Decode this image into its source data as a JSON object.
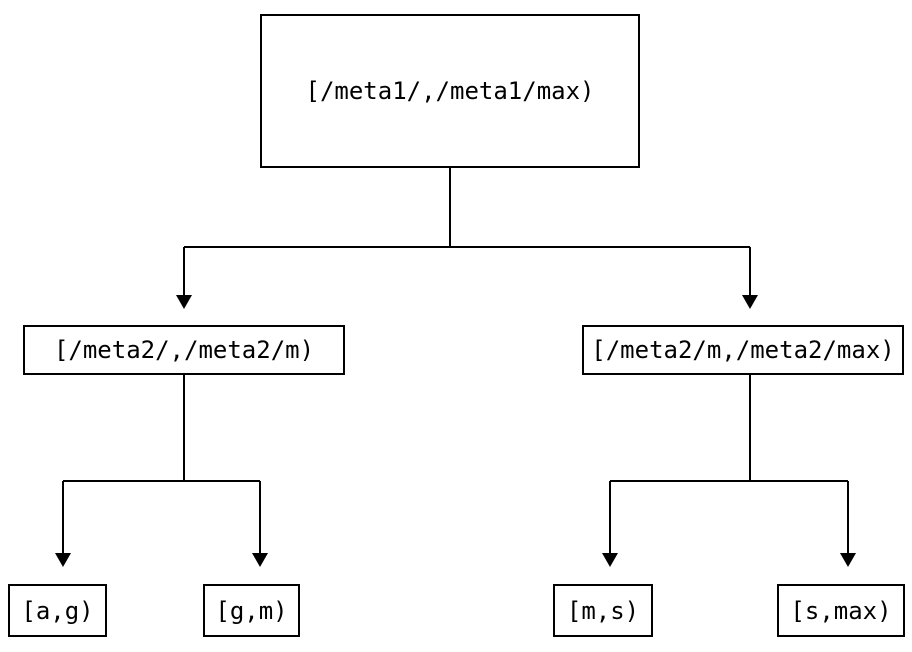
{
  "diagram": {
    "type": "interval-partition-tree",
    "background_color": "#ffffff",
    "line_color": "#000000",
    "node_border_color": "#000000",
    "node_fill_color": "#ffffff",
    "text_color": "#000000",
    "nodes": {
      "root": {
        "label": "[/meta1/,/meta1/max)",
        "level": 0
      },
      "left": {
        "label": "[/meta2/,/meta2/m)",
        "level": 1
      },
      "right": {
        "label": "[/meta2/m,/meta2/max)",
        "level": 1
      },
      "leaf_ag": {
        "label": "[a,g)",
        "level": 2
      },
      "leaf_gm": {
        "label": "[g,m)",
        "level": 2
      },
      "leaf_ms": {
        "label": "[m,s)",
        "level": 2
      },
      "leaf_smax": {
        "label": "[s,max)",
        "level": 2
      }
    },
    "edges": [
      {
        "from": "root",
        "to": "left"
      },
      {
        "from": "root",
        "to": "right"
      },
      {
        "from": "left",
        "to": "leaf_ag"
      },
      {
        "from": "left",
        "to": "leaf_gm"
      },
      {
        "from": "right",
        "to": "leaf_ms"
      },
      {
        "from": "right",
        "to": "leaf_smax"
      }
    ]
  }
}
